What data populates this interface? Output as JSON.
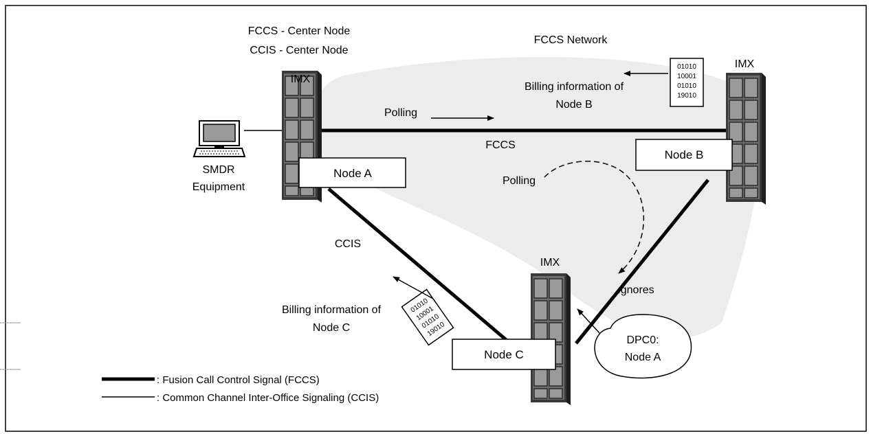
{
  "header": {
    "center_line1": "FCCS - Center Node",
    "center_line2": "CCIS - Center Node",
    "network": "FCCS Network"
  },
  "nodes": {
    "a": {
      "imx": "IMX",
      "name": "Node A"
    },
    "b": {
      "imx": "IMX",
      "name": "Node B"
    },
    "c": {
      "imx": "IMX",
      "name": "Node C"
    }
  },
  "smdr": {
    "line1": "SMDR",
    "line2": "Equipment"
  },
  "links": {
    "fccs": "FCCS",
    "ccis": "CCIS",
    "polling_top": "Polling",
    "polling_dashed": "Polling",
    "ignores": "ıgnores"
  },
  "billing_b": {
    "line1": "Billing information of",
    "line2": "Node B",
    "data": [
      "01010",
      "10001",
      "01010",
      "19010"
    ]
  },
  "billing_c": {
    "line1": "Billing information of",
    "line2": "Node C",
    "data": [
      "01010",
      "10001",
      "01010",
      "19010"
    ]
  },
  "dpc": {
    "line1": "DPC0:",
    "line2": "Node A"
  },
  "legend": {
    "thick": ": Fusion Call Control Signal (FCCS)",
    "thin": ": Common Channel Inter-Office Signaling (CCIS)"
  }
}
